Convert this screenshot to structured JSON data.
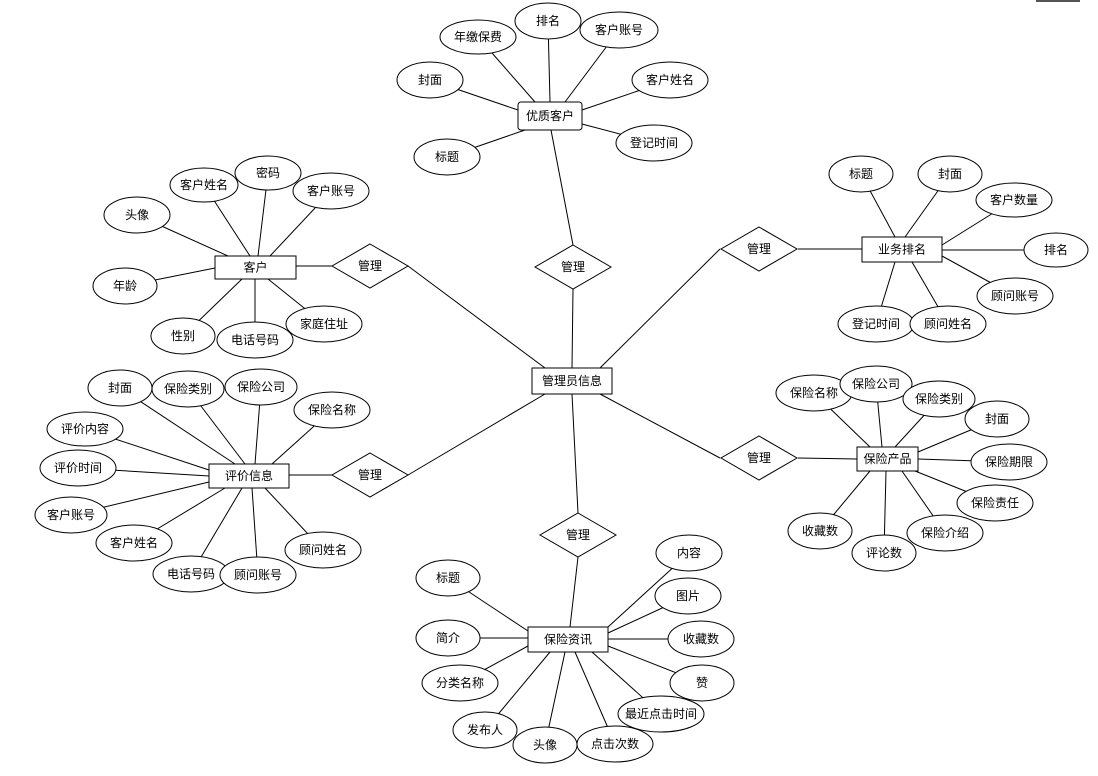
{
  "title": "",
  "entities": {
    "admin": "管理员信息",
    "premium": "优质客户",
    "customer": "客户",
    "ranking": "业务排名",
    "review": "评价信息",
    "product": "保险产品",
    "news": "保险资讯"
  },
  "relations": {
    "premium": "管理",
    "customer": "管理",
    "ranking": "管理",
    "review": "管理",
    "product": "管理",
    "news": "管理"
  },
  "attributes": {
    "premium": [
      "年缴保费",
      "排名",
      "客户账号",
      "封面",
      "客户姓名",
      "标题",
      "登记时间"
    ],
    "customer": [
      "客户姓名",
      "密码",
      "客户账号",
      "头像",
      "年龄",
      "性别",
      "电话号码",
      "家庭住址"
    ],
    "ranking": [
      "标题",
      "封面",
      "客户数量",
      "排名",
      "顾问账号",
      "登记时间",
      "顾问姓名"
    ],
    "review": [
      "封面",
      "保险类别",
      "保险公司",
      "保险名称",
      "评价内容",
      "评价时间",
      "客户账号",
      "客户姓名",
      "电话号码",
      "顾问账号",
      "顾问姓名"
    ],
    "product": [
      "保险名称",
      "保险公司",
      "保险类别",
      "封面",
      "保险期限",
      "保险责任",
      "收藏数",
      "评论数",
      "保险介绍"
    ],
    "news": [
      "标题",
      "简介",
      "分类名称",
      "发布人",
      "头像",
      "点击次数",
      "最近点击时间",
      "赞",
      "收藏数",
      "图片",
      "内容"
    ]
  }
}
